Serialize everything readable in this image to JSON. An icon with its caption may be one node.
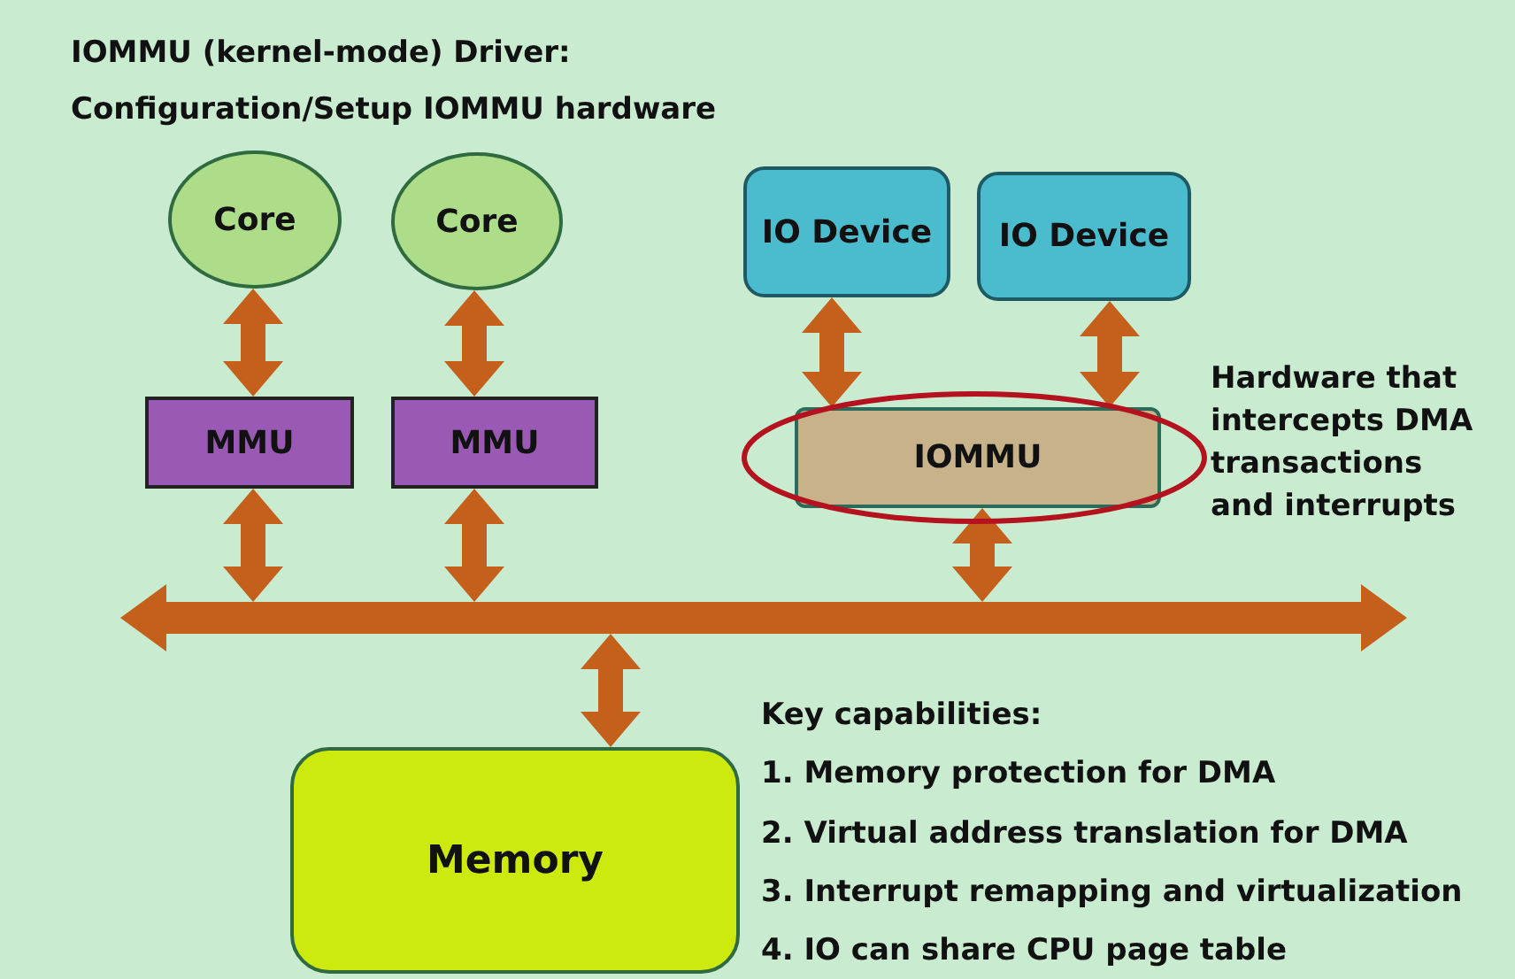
{
  "diagram": {
    "title": "IOMMU (kernel-mode) Driver:",
    "nodes": [
      {
        "text": [
          "Core"
        ]
      },
      {
        "text": [
          "Core"
        ]
      },
      {
        "text": [
          "MMU"
        ]
      },
      {
        "text": [
          "MMU"
        ]
      },
      {
        "text": [
          "IO Device"
        ]
      },
      {
        "text": [
          "IO Device"
        ]
      },
      {
        "text": [
          "IOMMU"
        ],
        "beside": [
          "Hardware that intercepts DMA transactions and interrupts"
        ]
      },
      {
        "text": [],
        "shape": "bar"
      },
      {
        "text": [
          "Memory"
        ]
      }
    ],
    "edges": [
      {
        "from": 0,
        "to": 2,
        "arrow": "both"
      },
      {
        "from": 1,
        "to": 3,
        "arrow": "both"
      },
      {
        "from": 4,
        "to": 6,
        "arrow": "both"
      },
      {
        "from": 5,
        "to": 6,
        "arrow": "both"
      },
      {
        "from": 2,
        "to": 7,
        "arrow": "both"
      },
      {
        "from": 3,
        "to": 7,
        "arrow": "both"
      },
      {
        "from": 6,
        "to": 7,
        "arrow": "both"
      },
      {
        "from": 7,
        "to": 8,
        "arrow": "both"
      }
    ],
    "labels": [
      "Configuration/Setup IOMMU hardware",
      "Key capabilities:",
      "1. Memory protection for DMA",
      "2. Virtual address translation for DMA",
      "3. Interrupt remapping and virtualization",
      "4. IO can share CPU page table"
    ]
  }
}
